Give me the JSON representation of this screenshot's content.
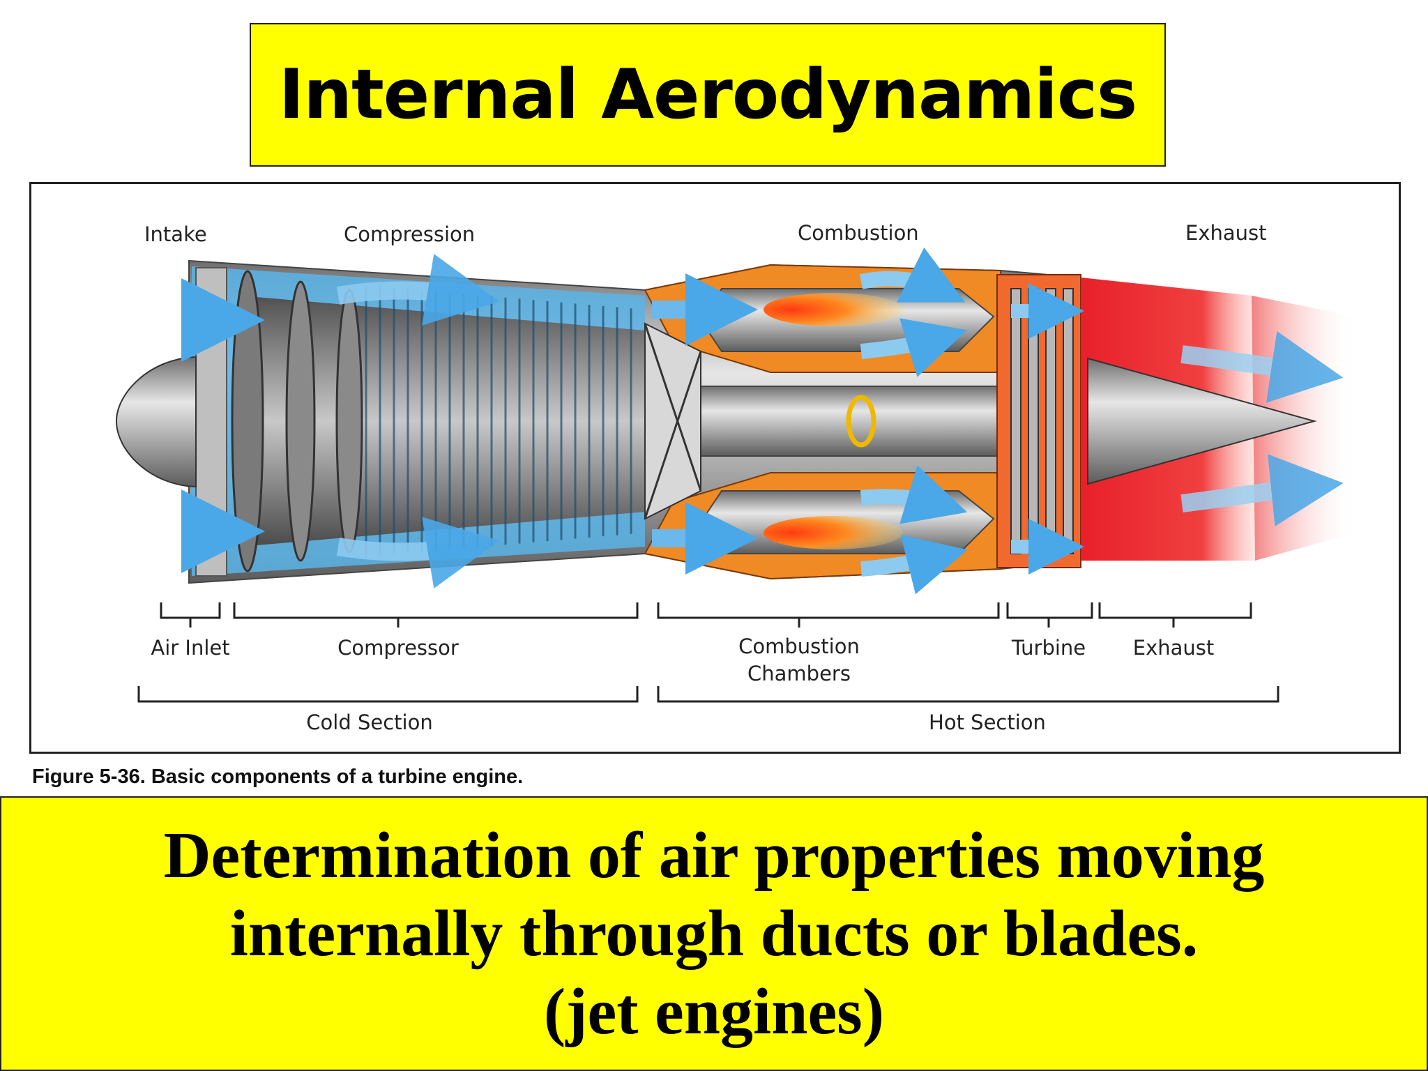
{
  "title": "Internal Aerodynamics",
  "diagram": {
    "top_labels": {
      "intake": "Intake",
      "compression": "Compression",
      "combustion": "Combustion",
      "exhaust": "Exhaust"
    },
    "component_labels": {
      "air_inlet": "Air Inlet",
      "compressor": "Compressor",
      "combustion_chambers_line1": "Combustion",
      "combustion_chambers_line2": "Chambers",
      "turbine": "Turbine",
      "exhaust": "Exhaust"
    },
    "section_labels": {
      "cold": "Cold Section",
      "hot": "Hot Section"
    },
    "colors": {
      "cold_air": "#5ab4e8",
      "combustion": "#f08a24",
      "exhaust_heat": "#e8202a",
      "metal": "#9a9a9a"
    }
  },
  "caption": "Figure 5-36. Basic components of a turbine engine.",
  "bottom_text": {
    "line1": "Determination of air properties moving",
    "line2": "internally through ducts or blades.",
    "line3": "(jet engines)"
  }
}
